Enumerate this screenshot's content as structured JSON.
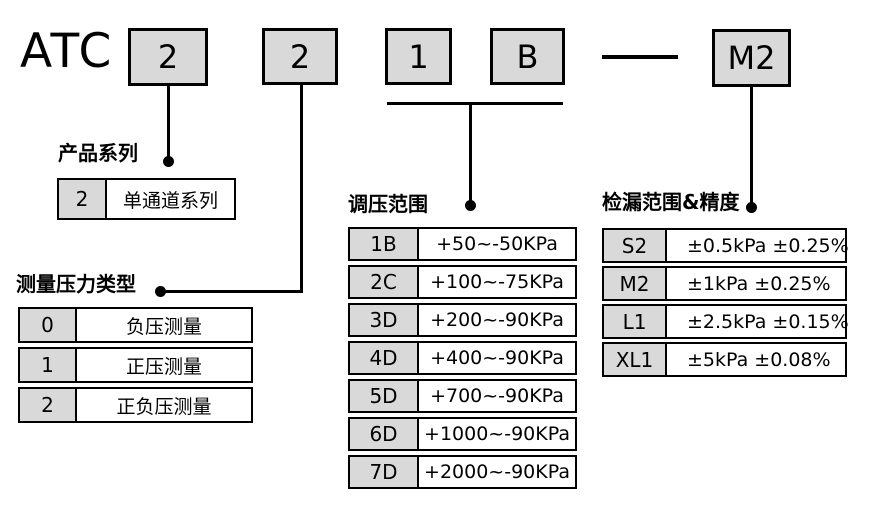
{
  "model_code": {
    "prefix": "ATC",
    "boxes": [
      {
        "value": "2"
      },
      {
        "value": "2"
      },
      {
        "value": "1"
      },
      {
        "value": "B"
      },
      {
        "value": "M2"
      }
    ],
    "separator": "—"
  },
  "sections": {
    "product_series": {
      "label": "产品系列",
      "rows": [
        {
          "code": "2",
          "desc": "单通道系列"
        }
      ]
    },
    "pressure_type": {
      "label": "测量压力类型",
      "rows": [
        {
          "code": "0",
          "desc": "负压测量"
        },
        {
          "code": "1",
          "desc": "正压测量"
        },
        {
          "code": "2",
          "desc": "正负压测量"
        }
      ]
    },
    "regulation_range": {
      "label": "调压范围",
      "rows": [
        {
          "code": "1B",
          "desc": "+50~-50KPa"
        },
        {
          "code": "2C",
          "desc": "+100~-75KPa"
        },
        {
          "code": "3D",
          "desc": "+200~-90KPa"
        },
        {
          "code": "4D",
          "desc": "+400~-90KPa"
        },
        {
          "code": "5D",
          "desc": "+700~-90KPa"
        },
        {
          "code": "6D",
          "desc": "+1000~-90KPa"
        },
        {
          "code": "7D",
          "desc": "+2000~-90KPa"
        }
      ]
    },
    "leak_range_accuracy": {
      "label": "检漏范围&精度",
      "rows": [
        {
          "code": "S2",
          "desc": "±0.5kPa ±0.25%"
        },
        {
          "code": "M2",
          "desc": "±1kPa ±0.25%"
        },
        {
          "code": "L1",
          "desc": "±2.5kPa ±0.15%"
        },
        {
          "code": "XL1",
          "desc": "±5kPa ±0.08%"
        }
      ]
    }
  },
  "colors": {
    "background": "#ffffff",
    "box_fill": "#d9d9d9",
    "border": "#000000"
  }
}
